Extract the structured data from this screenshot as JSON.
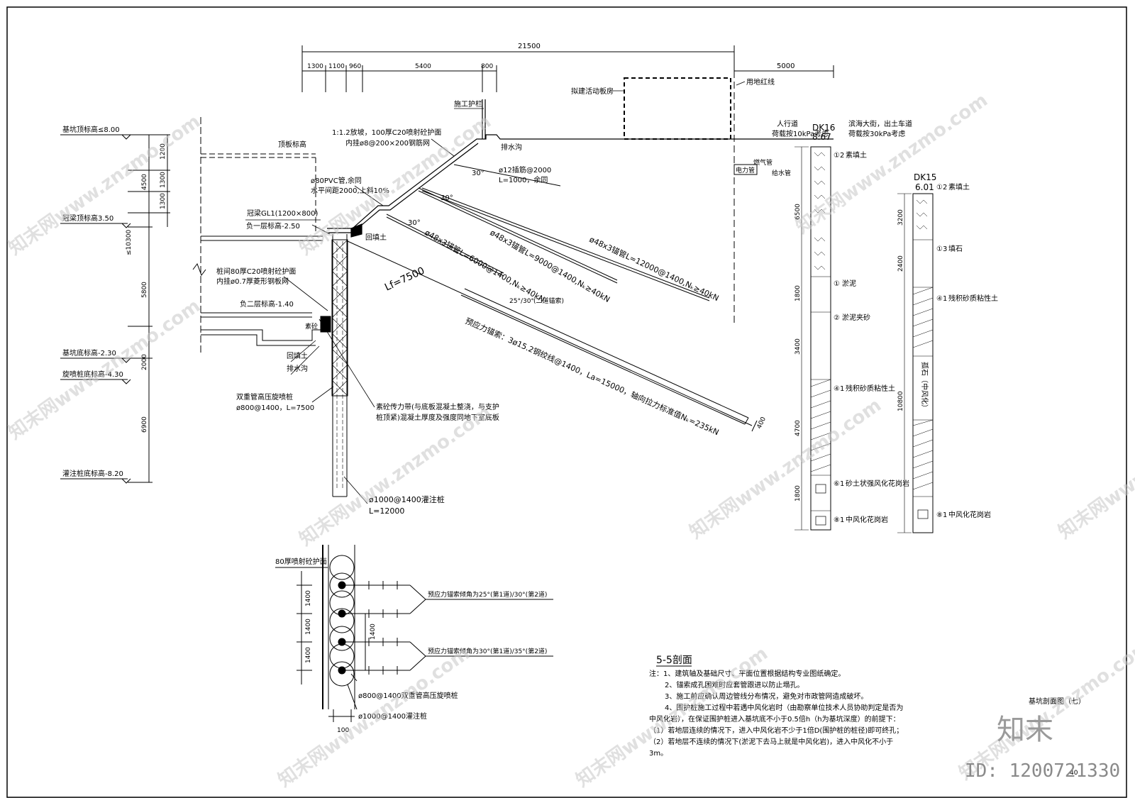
{
  "dims_top": {
    "total": "21500",
    "right": "5000",
    "segs": [
      "1300",
      "1100",
      "960",
      "5400",
      "800"
    ]
  },
  "elevations": {
    "top": "基坑顶标高≤8.00",
    "crown": "冠梁顶标高3.50",
    "pit_bottom": "基坑底标高-2.30",
    "jet_bottom": "旋喷桩底标高-4.30",
    "pile_bottom": "灌注桩底标高-8.20"
  },
  "left_dims": {
    "total_a": "4500",
    "total_b": "≤10300",
    "seg": [
      "1200",
      "1300",
      "1300",
      "5800",
      "2000",
      "6900"
    ]
  },
  "building": {
    "roof": "顶板标高",
    "beam": "冠梁GL1(1200×800)",
    "b1": "负一层标高-2.50",
    "b2": "负二层标高-1.40",
    "shotcrete_a": "桩间80厚C20喷射砼护面",
    "shotcrete_b": "内挂ø0.7厚菱形钢板网",
    "backfill": "回填土",
    "drain": "排水沟",
    "cushion": "素砼"
  },
  "slope": {
    "guard": "施工护栏",
    "line1": "1:1.2放坡，100厚C20喷射砼护面",
    "line2": "内挂ø8@200×200钢筋网",
    "drain": "排水沟",
    "nail_a": "ø12插筋@2000",
    "nail_b": "L=1000，余同",
    "pvc_a": "ø80PVC管,余同",
    "pvc_b": "水平间距2000,上斜10%",
    "backfill": "回填土",
    "angle": "30°",
    "angle_anchor": "25°/30°",
    "angle_anchor_note": "(二道锚索)"
  },
  "nails": [
    "ø48x3锚管L=6000@1400,Nₖ≥40kN",
    "ø48x3锚管L=9000@1400,Nₖ≥40kN",
    "ø48x3锚管L=12000@1400,Nₖ≥40kN"
  ],
  "anchor": {
    "lf": "Lf=7500",
    "text": "预应力锚索：3ø15.2钢绞线@1400，La=15000，轴向拉力标准值Nₖ=235kN",
    "dim": "400"
  },
  "jet_pile": {
    "a": "双重管高压旋喷桩",
    "b": "ø800@1400，L=7500"
  },
  "belt": {
    "a": "素砼传力带(与底板混凝土整浇，与支护",
    "b": "桩顶紧)混凝土厚度及强度同地下室底板"
  },
  "bored_pile": {
    "a": "ø1000@1400灌注桩",
    "b": "L=12000"
  },
  "site": {
    "house": "拟建活动板房",
    "redline": "用地红线",
    "walk_a": "人行道",
    "walk_b": "荷载按10kPa考虑",
    "road_a": "滨海大街，出土车道",
    "road_b": "荷载按30kPa考虑",
    "gas": "燃气管",
    "water": "给水管",
    "power": "电力管"
  },
  "bh1": {
    "name": "DK16",
    "elev": "8.67",
    "layers": [
      {
        "code": "①2",
        "name": "素填土",
        "th": "6500"
      },
      {
        "code": "①",
        "name": "淤泥",
        "th": "1800"
      },
      {
        "code": "②",
        "name": "淤泥夹砂",
        "th": "3400"
      },
      {
        "code": "④1",
        "name": "残积砂质粘性土",
        "th": "4700"
      },
      {
        "code": "⑥1",
        "name": "砂土状强风化花岗岩",
        "th": "1800"
      },
      {
        "code": "⑧1",
        "name": "中风化花岗岩",
        "th": ""
      }
    ]
  },
  "bh2": {
    "name": "DK15",
    "elev": "6.01",
    "layers": [
      {
        "code": "①2",
        "name": "素填土",
        "th": "3200"
      },
      {
        "code": "①3",
        "name": "填石",
        "th": "2400"
      },
      {
        "code": "④1",
        "name": "残积砂质粘性土",
        "th": ""
      },
      {
        "code": "",
        "name": "孤石（中风化）",
        "th": "10800"
      },
      {
        "code": "⑧1",
        "name": "中风化花岗岩",
        "th": ""
      }
    ]
  },
  "plan": {
    "shot": "80厚喷射砼护面",
    "lbl_a": "预应力锚索倾角为25°(第1道)/30°(第2道)",
    "lbl_b": "预应力锚索倾角为30°(第1道)/35°(第2道)",
    "jet": "ø800@1400双重管高压旋喷桩",
    "bored": "ø1000@1400灌注桩",
    "dims": [
      "1400",
      "1400",
      "1400",
      "1400"
    ],
    "bottom": "100"
  },
  "title_section": "5-5剖面",
  "notes": [
    "注：1、建筑轴及基础尺寸、平面位置根据结构专业图纸确定。",
    "2、锚索成孔困难时应套管跟进以防止塌孔。",
    "3、施工前应确认周边管线分布情况，避免对市政管网造成破坏。",
    "4、围护桩施工过程中若遇中风化岩时（由勘察单位技术人员协助判定是否为",
    "中风化岩），在保证围护桩进入基坑底不小于0.5倍h（h为基坑深度）的前提下：",
    "（1）若地层连续的情况下，进入中风化岩不少于1倍D(围护桩的桩径)即可终孔；",
    "（2）若地层不连续的情况下(淤泥下去马上就是中风化岩)，进入中风化不小于",
    "3m。"
  ],
  "drawing_title": "基坑剖面图（七）",
  "brand": "知末",
  "image_id": "ID: 1200721330",
  "page_no": "40",
  "watermark": "知末网www.znzmo.com"
}
